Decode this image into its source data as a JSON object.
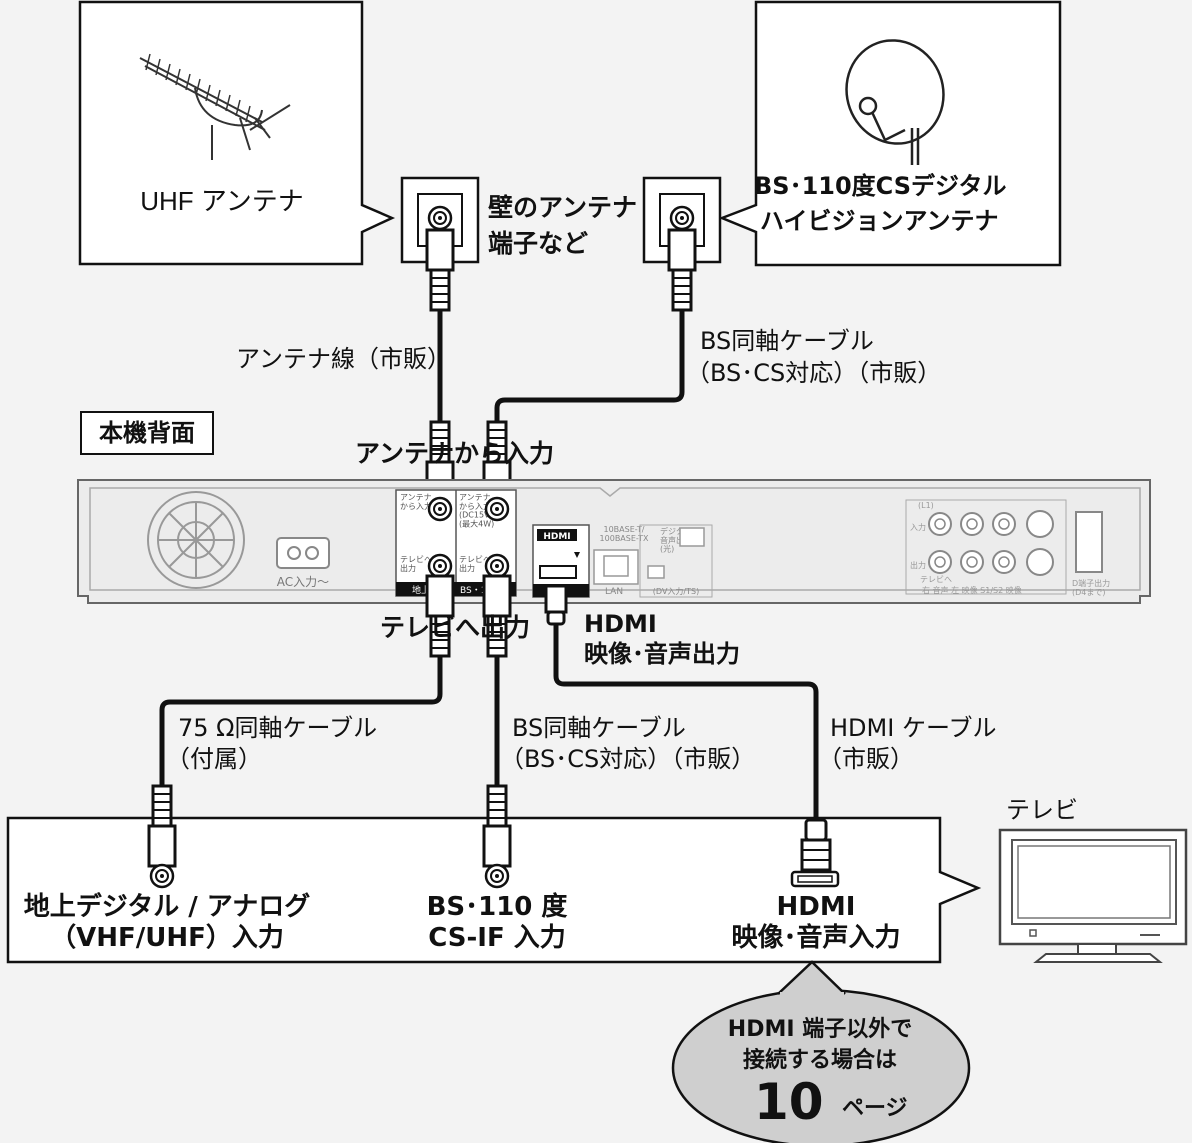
{
  "antennas": {
    "uhf": {
      "label": "UHF アンテナ"
    },
    "bs": {
      "line1": "BS･110度CSデジタル",
      "line2": "ハイビジョンアンテナ"
    }
  },
  "wall_terminal": {
    "line1": "壁のアンテナ",
    "line2": "端子など"
  },
  "cables_top": {
    "antenna_line": "アンテナ線（市販）",
    "bs_line1": "BS同軸ケーブル",
    "bs_line2": "（BS･CS対応）（市販）"
  },
  "device": {
    "title": "本機背面",
    "input_label": "アンテナから入力",
    "output_label": "テレビへ出力",
    "hdmi_line1": "HDMI",
    "hdmi_line2": "映像･音声出力",
    "panel": {
      "ac": "AC入力～",
      "ant_in_terrestrial": "アンテナ\nから入力",
      "ant_in_bs": "アンテナ\nから入力\n(DC15V)\n(最大4W)",
      "tv_out_1": "テレビへ\n出力",
      "tv_out_2": "テレビへ\n出力",
      "terrestrial_tag": "地上デ",
      "bs_tag": "BS・11",
      "hdmi_logo": "HDMI",
      "lan_top": "10BASE-T/\n100BASE-TX",
      "lan": "LAN",
      "digital_audio": "デジタル\n音声出力\n(光)",
      "dv_in": "(DV入力/TS)",
      "av_in": "(L1)",
      "av_in_side": "入力",
      "av_out_side": "出力",
      "av_tv": "テレビへ",
      "av_bottom": "右  音声  左     映像   S1/S2 映像",
      "d_out": "D端子出力\n(D4まで)"
    }
  },
  "cables_bottom": {
    "coax_line1": "75 Ω同軸ケーブル",
    "coax_line2": "（付属）",
    "bs_line1": "BS同軸ケーブル",
    "bs_line2": "（BS･CS対応）（市販）",
    "hdmi_line1": "HDMI ケーブル",
    "hdmi_line2": "（市販）"
  },
  "tv": {
    "title": "テレビ",
    "terrestrial_line1": "地上デジタル / アナログ",
    "terrestrial_line2": "（VHF/UHF）入力",
    "bs_line1": "BS･110 度",
    "bs_line2": "CS-IF 入力",
    "hdmi_line1": "HDMI",
    "hdmi_line2": "映像･音声入力"
  },
  "callout": {
    "line1": "HDMI 端子以外で",
    "line2": "接続する場合は",
    "page": "10",
    "page_suffix": "ページ"
  }
}
